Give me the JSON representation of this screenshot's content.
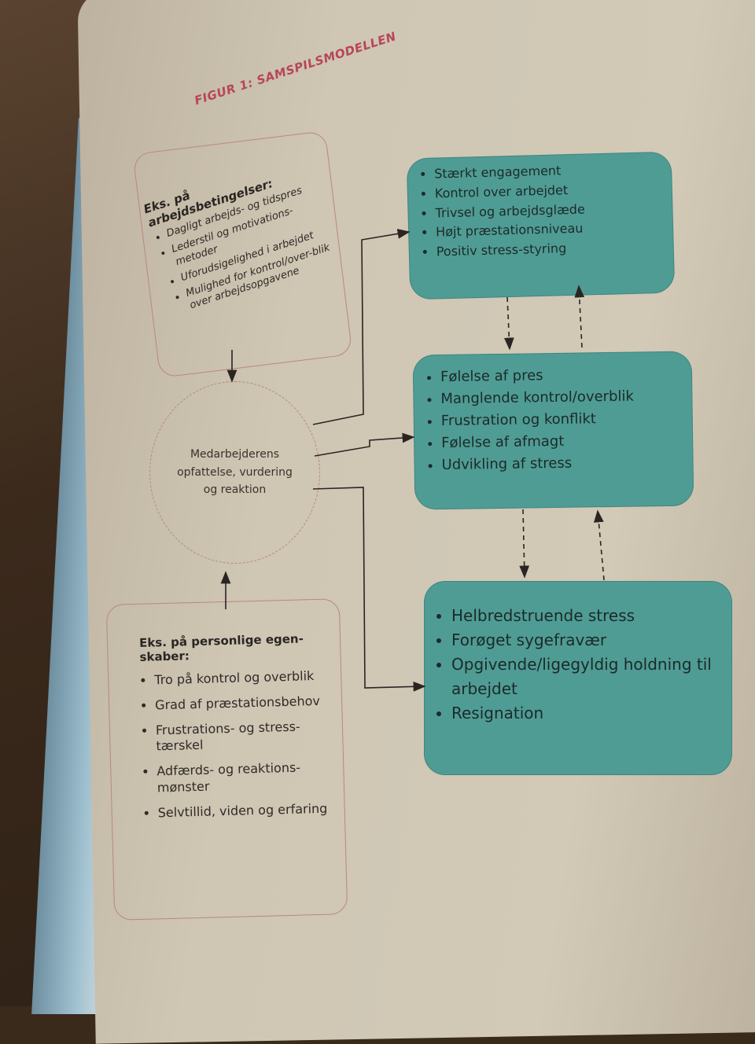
{
  "figure_title": "FIGUR 1: SAMSPILSMODELLEN",
  "work_conditions": {
    "heading": "Eks. på arbejdsbetingelser:",
    "items": [
      "Dagligt arbejds- og tidspres",
      "Lederstil og motivations-metoder",
      "Uforudsigelighed i arbejdet",
      "Mulighed for kontrol/over-blik over arbejdsopgavene"
    ]
  },
  "center": {
    "label_lines": [
      "Medarbejderens",
      "opfattelse, vurdering",
      "og reaktion"
    ]
  },
  "personal_traits": {
    "heading": "Eks. på personlige egen-skaber:",
    "items": [
      "Tro på kontrol og overblik",
      "Grad af præstationsbehov",
      "Frustrations- og stress-tærskel",
      "Adfærds- og reaktions-mønster",
      "Selvtillid, viden og erfaring"
    ]
  },
  "outcome_positive": {
    "items": [
      "Stærkt engagement",
      "Kontrol over arbejdet",
      "Trivsel og arbejdsglæde",
      "Højt præstationsniveau",
      "Positiv stress-styring"
    ]
  },
  "outcome_stress": {
    "items": [
      "Følelse af pres",
      "Manglende kontrol/overblik",
      "Frustration og konflikt",
      "Følelse af afmagt",
      "Udvikling af stress"
    ]
  },
  "outcome_severe": {
    "items": [
      "Helbredstruende stress",
      "Forøget sygefravær",
      "Opgivende/ligegyldig holdning til arbejdet",
      "Resignation"
    ]
  },
  "colors": {
    "accent": "#b8445a",
    "teal": "#4f9c95",
    "box_border": "#b88880"
  }
}
